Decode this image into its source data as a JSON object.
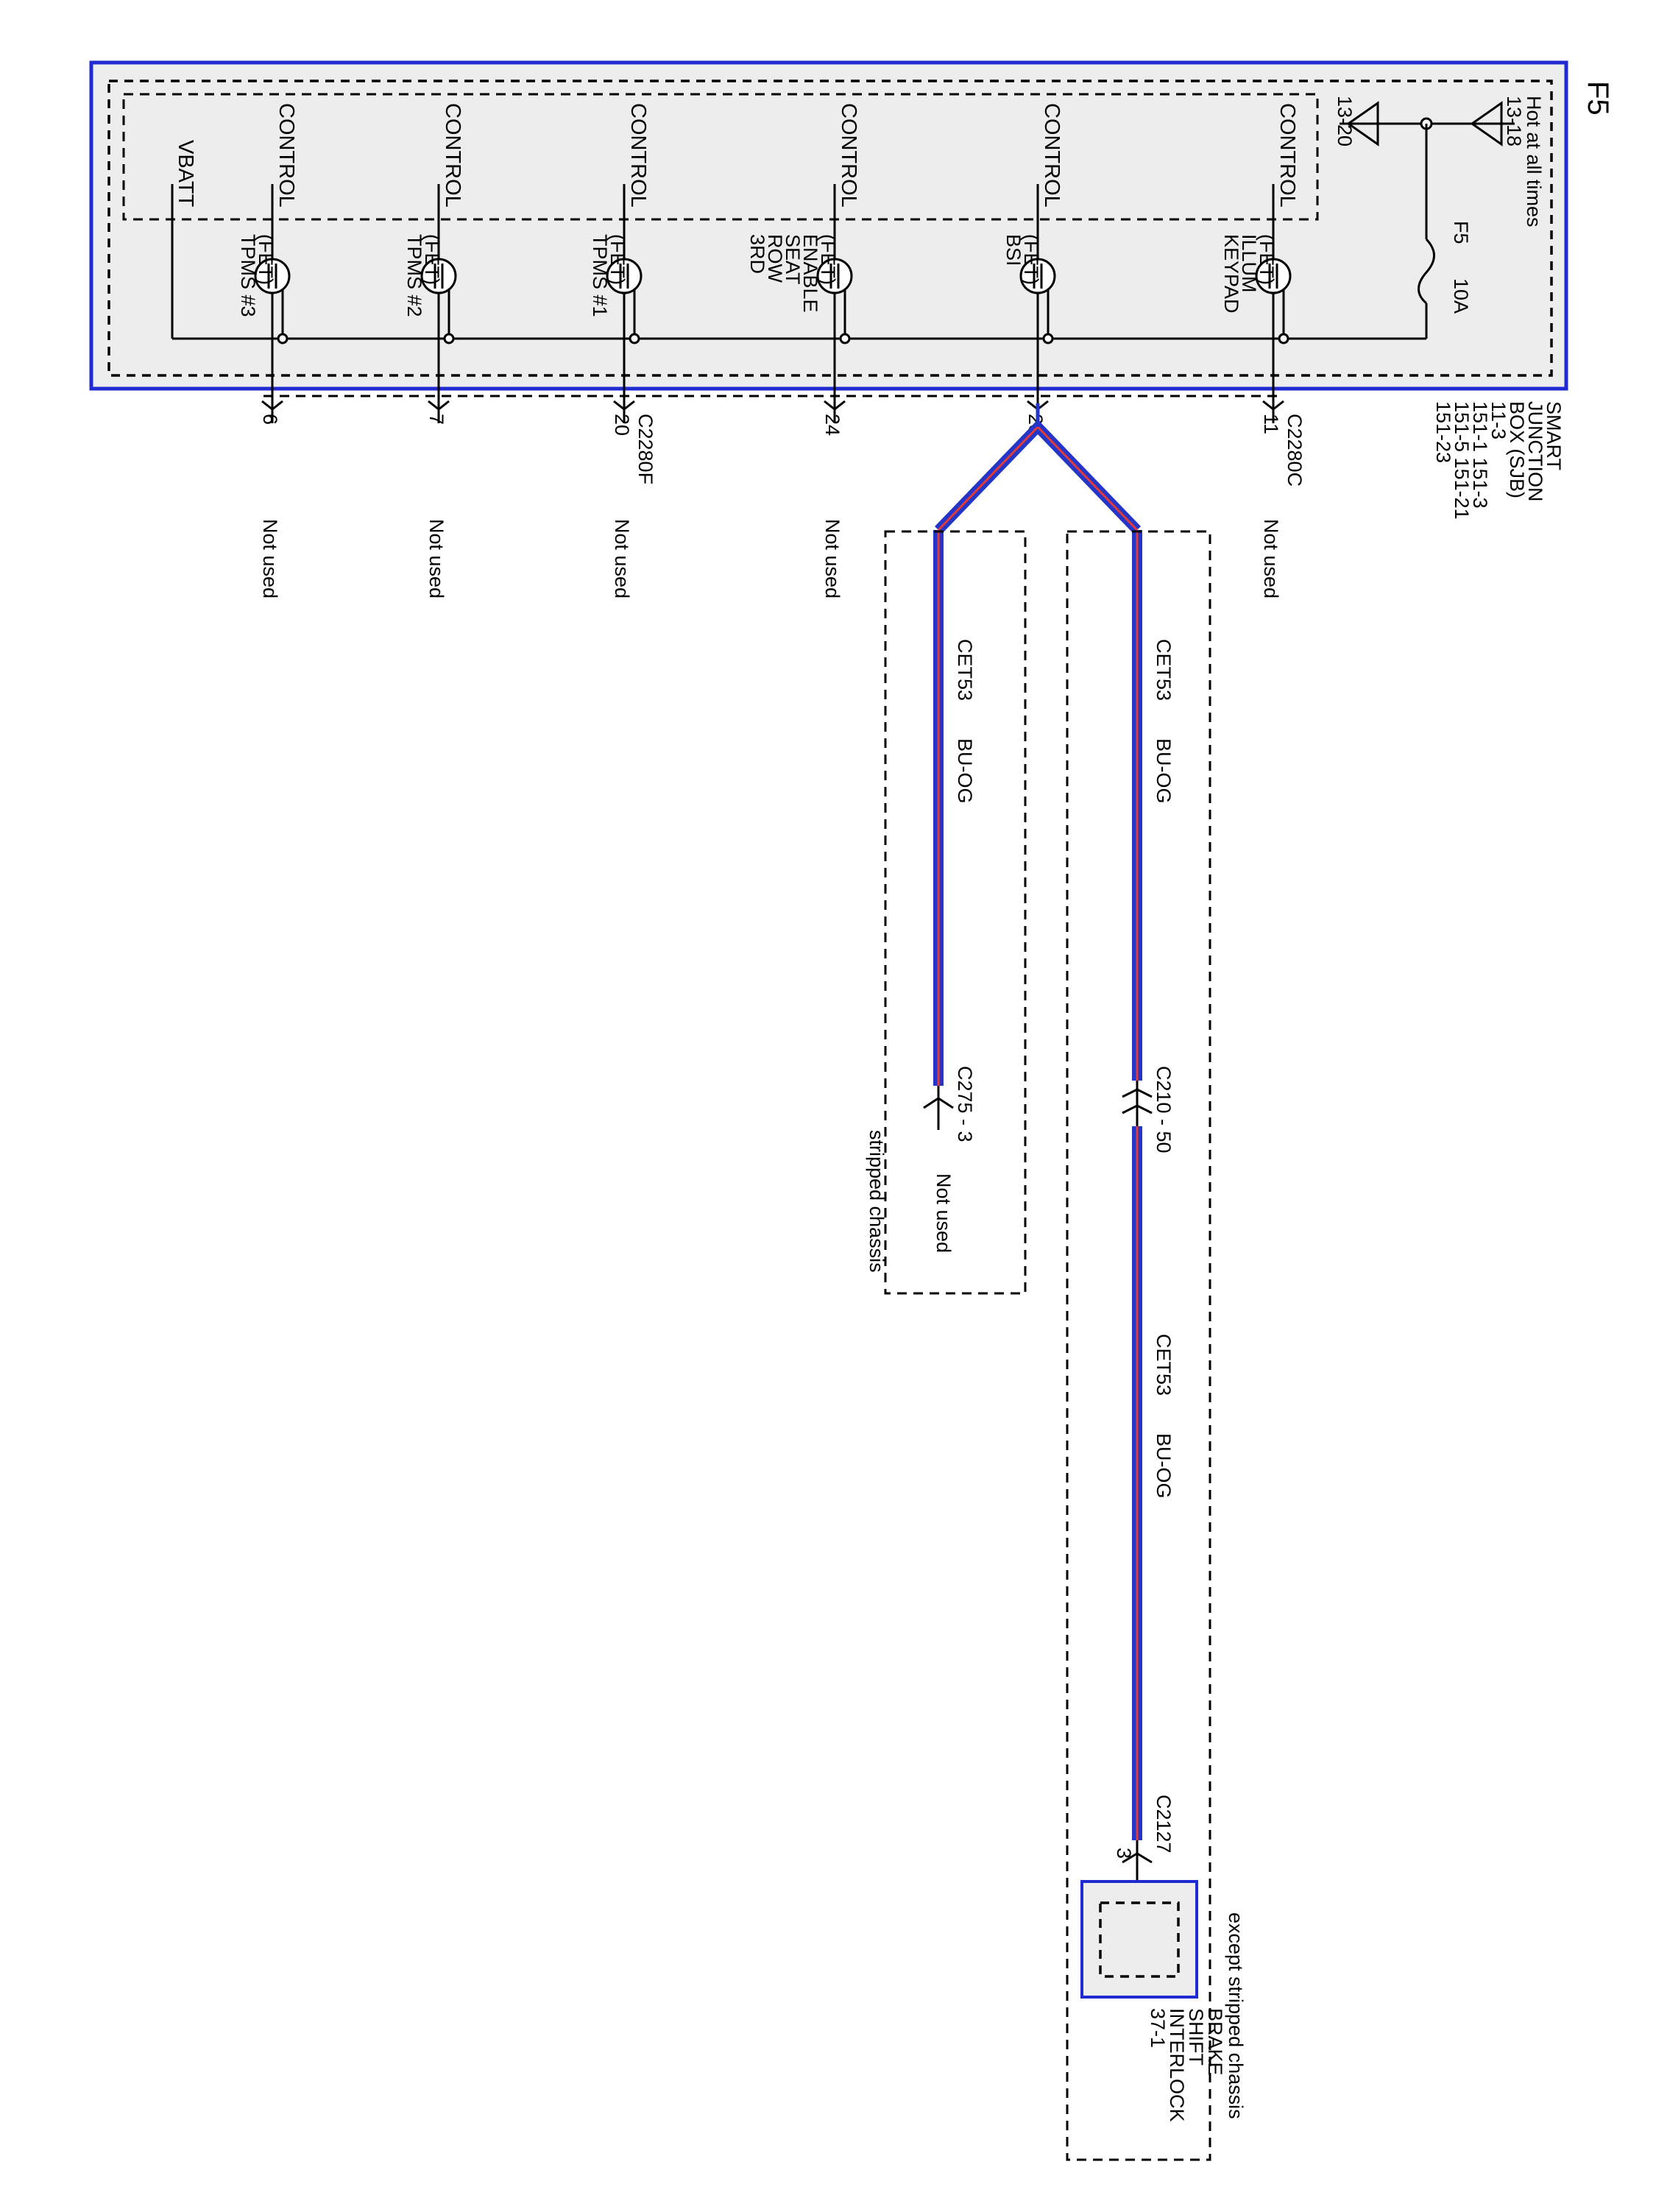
{
  "page_tag": "F5",
  "colors": {
    "module_border": "#1f2ad0",
    "module_fill": "#ededed",
    "wire_outer": "#2436c8",
    "wire_inner": "#e23a3a"
  },
  "power": {
    "hot_label": "Hot at all times",
    "ref_top": "13-18",
    "ref_bottom": "13-20",
    "fuse_name": "F5",
    "fuse_rating": "10A"
  },
  "module": {
    "lines": [
      "SMART",
      "JUNCTION",
      "BOX (SJB)"
    ],
    "refs": [
      "11-3",
      "151-1     151-3",
      "151-5     151-21",
      "151-23"
    ]
  },
  "control_label": "CONTROL",
  "vbatt_label": "VBATT",
  "fets": [
    {
      "lines": [
        "KEYPAD",
        "ILLUM",
        "(FET)"
      ],
      "connector": "C2280C",
      "pin": "11",
      "status": "Not used"
    },
    {
      "lines": [
        "BSI",
        "(FET)"
      ],
      "connector": "",
      "pin": "23",
      "status": ""
    },
    {
      "lines": [
        "3RD",
        "ROW",
        "SEAT",
        "ENABLE",
        "(FET)"
      ],
      "connector": "",
      "pin": "24",
      "status": "Not used"
    },
    {
      "lines": [
        "TPMS #1",
        "(FET)"
      ],
      "connector": "C2280F",
      "pin": "20",
      "status": "Not used"
    },
    {
      "lines": [
        "TPMS #2",
        "(FET)"
      ],
      "connector": "",
      "pin": "7",
      "status": "Not used"
    },
    {
      "lines": [
        "TPMS #3",
        "(FET)"
      ],
      "connector": "",
      "pin": "6",
      "status": "Not used"
    }
  ],
  "wires": [
    {
      "circuit": "CET53",
      "color": "BU-OG"
    },
    {
      "circuit": "CET53",
      "color": "BU-OG"
    },
    {
      "circuit": "CET53",
      "color": "BU-OG"
    }
  ],
  "connectors": {
    "c210": "C210 - 50",
    "c275": "C275 - 3",
    "c2127": "C2127",
    "c2127_pin": "3"
  },
  "stripped": {
    "status": "Not used",
    "label": "stripped chassis"
  },
  "except_label": "except stripped chassis",
  "load": {
    "lines": [
      "BRAKE",
      "SHIFT",
      "INTERLOCK",
      "37-1"
    ]
  }
}
